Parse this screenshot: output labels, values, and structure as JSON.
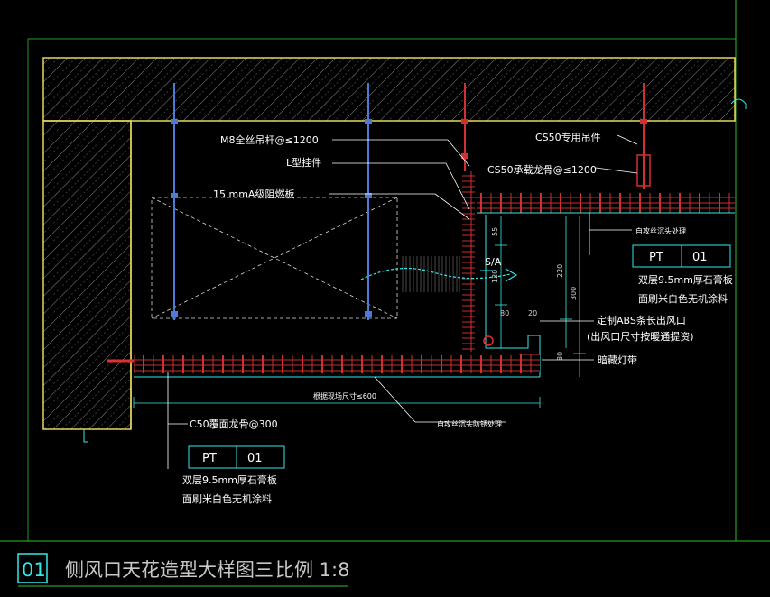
{
  "labels": {
    "m8_rod": "M8全丝吊杆@≤1200",
    "l_hanger": "L型挂件",
    "fire_board": "15 mmA级阻燃板",
    "cs50_hanger": "CS50专用吊件",
    "cs50_main": "CS50承载龙骨@≤1200",
    "anti_crack_top": "自攻丝沉头处理",
    "tag_top_code": "PT",
    "tag_top_num": "01",
    "finish_top_1": "双层9.5mm厚石膏板",
    "finish_top_2": "面刷米白色无机涂料",
    "abs_vent_1": "定制ABS条长出风口",
    "abs_vent_2": "(出风口尺寸按暖通提资)",
    "hidden_light": "暗藏灯带",
    "sa": "S/A",
    "dim_span": "根据现场尺寸≤600",
    "anti_crack_bottom": "自攻丝沉头防锈处理",
    "cs50_cover": "C50覆面龙骨@300",
    "tag_bottom_code": "PT",
    "tag_bottom_num": "01",
    "finish_bottom_1": "双层9.5mm厚石膏板",
    "finish_bottom_2": "面刷米白色无机涂料"
  },
  "dimensions": {
    "d55": "55",
    "d120": "120",
    "d220": "220",
    "d300": "300",
    "d80": "80",
    "d20": "20",
    "d80b": "80"
  },
  "title_block": {
    "number": "01",
    "title": "侧风口天花造型大样图三",
    "scale": "比例 1:8"
  },
  "colors": {
    "background": "#000000",
    "frame": "#2fbf2f",
    "hatch": "#e6d85a",
    "member_red": "#e03030",
    "cyan": "#35e8e8",
    "text": "#ffffff"
  }
}
